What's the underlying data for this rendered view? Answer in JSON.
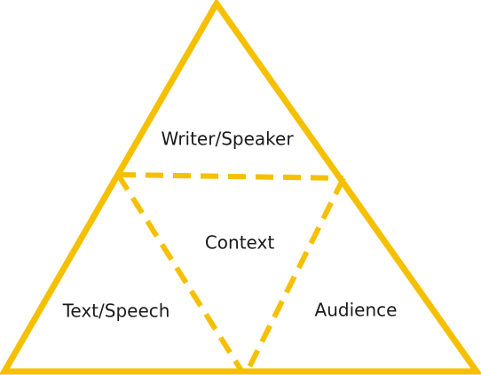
{
  "diagram": {
    "labels": {
      "top": "Writer/Speaker",
      "center": "Context",
      "left": "Text/Speech",
      "right": "Audience"
    },
    "colors": {
      "stroke": "#F5C000",
      "text": "#1a1a1a",
      "background": "#ffffff"
    }
  }
}
